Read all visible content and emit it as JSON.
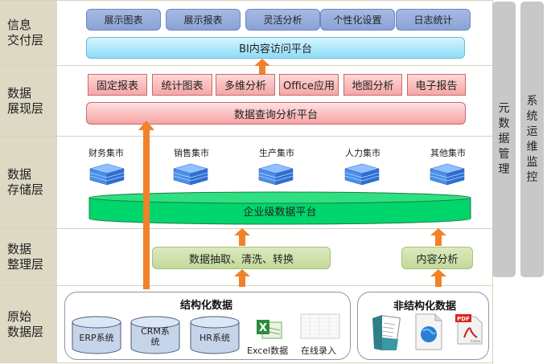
{
  "layers": [
    {
      "label": "信息\n交付层"
    },
    {
      "label": "数据\n展现层"
    },
    {
      "label": "数据\n存储层"
    },
    {
      "label": "数据\n整理层"
    },
    {
      "label": "原始\n数据层"
    }
  ],
  "delivery": {
    "buttons": [
      "展示图表",
      "展示报表",
      "灵活分析",
      "个性化设置",
      "日志统计"
    ],
    "platform": "BI内容访问平台"
  },
  "presentation": {
    "buttons": [
      "固定报表",
      "统计图表",
      "多维分析",
      "Office应用",
      "地图分析",
      "电子报告"
    ],
    "platform": "数据查询分析平台"
  },
  "storage": {
    "marts": [
      "财务集市",
      "销售集市",
      "生产集市",
      "人力集市",
      "其他集市"
    ],
    "platform": "企业级数据平台"
  },
  "processing": {
    "etl": "数据抽取、清洗、转换",
    "content": "内容分析"
  },
  "raw": {
    "structured": {
      "title": "结构化数据",
      "systems": [
        "ERP系统",
        "CRM系\n统",
        "HR系统"
      ],
      "excel": "Excel数据",
      "online": "在线录入"
    },
    "unstructured": {
      "title": "非结构化数据",
      "icons": [
        "document-folder-icon",
        "web-file-icon",
        "pdf-icon"
      ]
    }
  },
  "side": {
    "metadata": "元数据管理",
    "ops": "系统运维监控"
  },
  "colors": {
    "arrow": "#f0822a",
    "green_platform": "#00d66b",
    "layer_label_bg": "#ddd9c4"
  }
}
